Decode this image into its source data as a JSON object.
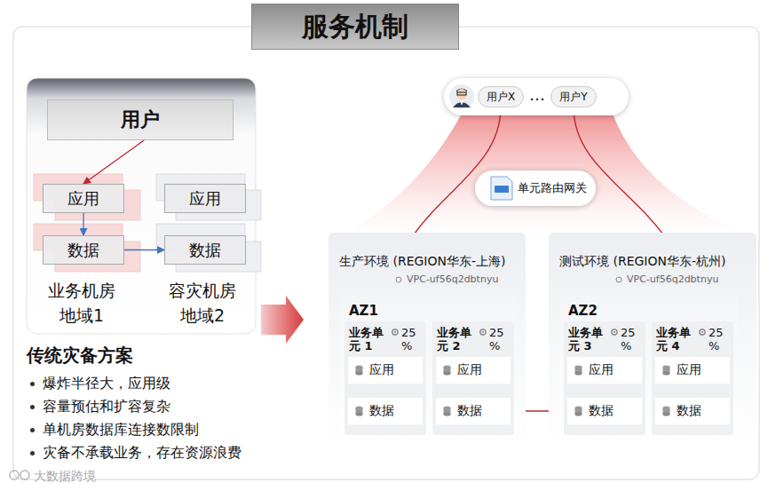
{
  "diagram": {
    "title": "服务机制",
    "nodes": [
      {
        "text": [
          "用户"
        ]
      },
      {
        "text": [
          "应用"
        ]
      },
      {
        "text": [
          "数据"
        ]
      },
      {
        "text": [
          "应用"
        ]
      },
      {
        "text": [
          "数据"
        ]
      },
      {
        "text": [
          "…"
        ]
      },
      {
        "text": [
          "用户X"
        ],
        "in": 5
      },
      {
        "text": [
          "用户Y"
        ],
        "in": 5
      },
      {
        "text": [
          "单元路由网关"
        ]
      },
      {
        "text": [
          "生产环境 (REGION华东-上海)",
          "VPC-uf56q2dbtnyu"
        ]
      },
      {
        "text": [
          "AZ1"
        ],
        "in": 9
      },
      {
        "text": [
          "业务单元 1",
          "25 %"
        ],
        "in": 10
      },
      {
        "text": [
          "应用"
        ],
        "in": 11
      },
      {
        "text": [
          "数据"
        ],
        "in": 11
      },
      {
        "text": [
          "业务单元 2",
          "25 %"
        ],
        "in": 10
      },
      {
        "text": [
          "应用"
        ],
        "in": 14
      },
      {
        "text": [
          "数据"
        ],
        "in": 14
      },
      {
        "text": [
          "测试环境 (REGION华东-杭州)",
          "VPC-uf56q2dbtnyu"
        ]
      },
      {
        "text": [
          "AZ2"
        ],
        "in": 17
      },
      {
        "text": [
          "业务单元 3",
          "25 %"
        ],
        "in": 18
      },
      {
        "text": [
          "应用"
        ],
        "in": 19
      },
      {
        "text": [
          "数据"
        ],
        "in": 19
      },
      {
        "text": [
          "业务单元 4",
          "25 %"
        ],
        "in": 18
      },
      {
        "text": [
          "应用"
        ],
        "in": 22
      },
      {
        "text": [
          "数据"
        ],
        "in": 22
      }
    ],
    "edges": [
      {
        "from": 0,
        "to": 1,
        "arrow": "to"
      },
      {
        "from": 1,
        "to": 2,
        "arrow": "to"
      },
      {
        "from": 2,
        "to": 4,
        "arrow": "to"
      },
      {
        "from": 6,
        "to": 11,
        "arrow": "to"
      },
      {
        "from": 7,
        "to": 22,
        "arrow": "to"
      },
      {
        "from": 12,
        "to": 13,
        "arrow": "to"
      },
      {
        "from": 15,
        "to": 16,
        "arrow": "to"
      },
      {
        "from": 20,
        "to": 21,
        "arrow": "to"
      },
      {
        "from": 23,
        "to": 24,
        "arrow": "to"
      },
      {
        "from": 13,
        "to": 16,
        "arrow": "both"
      },
      {
        "from": 16,
        "to": 21,
        "arrow": "both"
      },
      {
        "from": 21,
        "to": 24,
        "arrow": "both"
      }
    ],
    "labels": [
      "业务机房 地域1",
      "容灾机房 地域2",
      "传统灾备方案",
      "爆炸半径大，应用级",
      "容量预估和扩容复杂",
      "单机房数据库连接数限制",
      "灾备不承载业务，存在资源浪费",
      "大数据跨境"
    ]
  }
}
